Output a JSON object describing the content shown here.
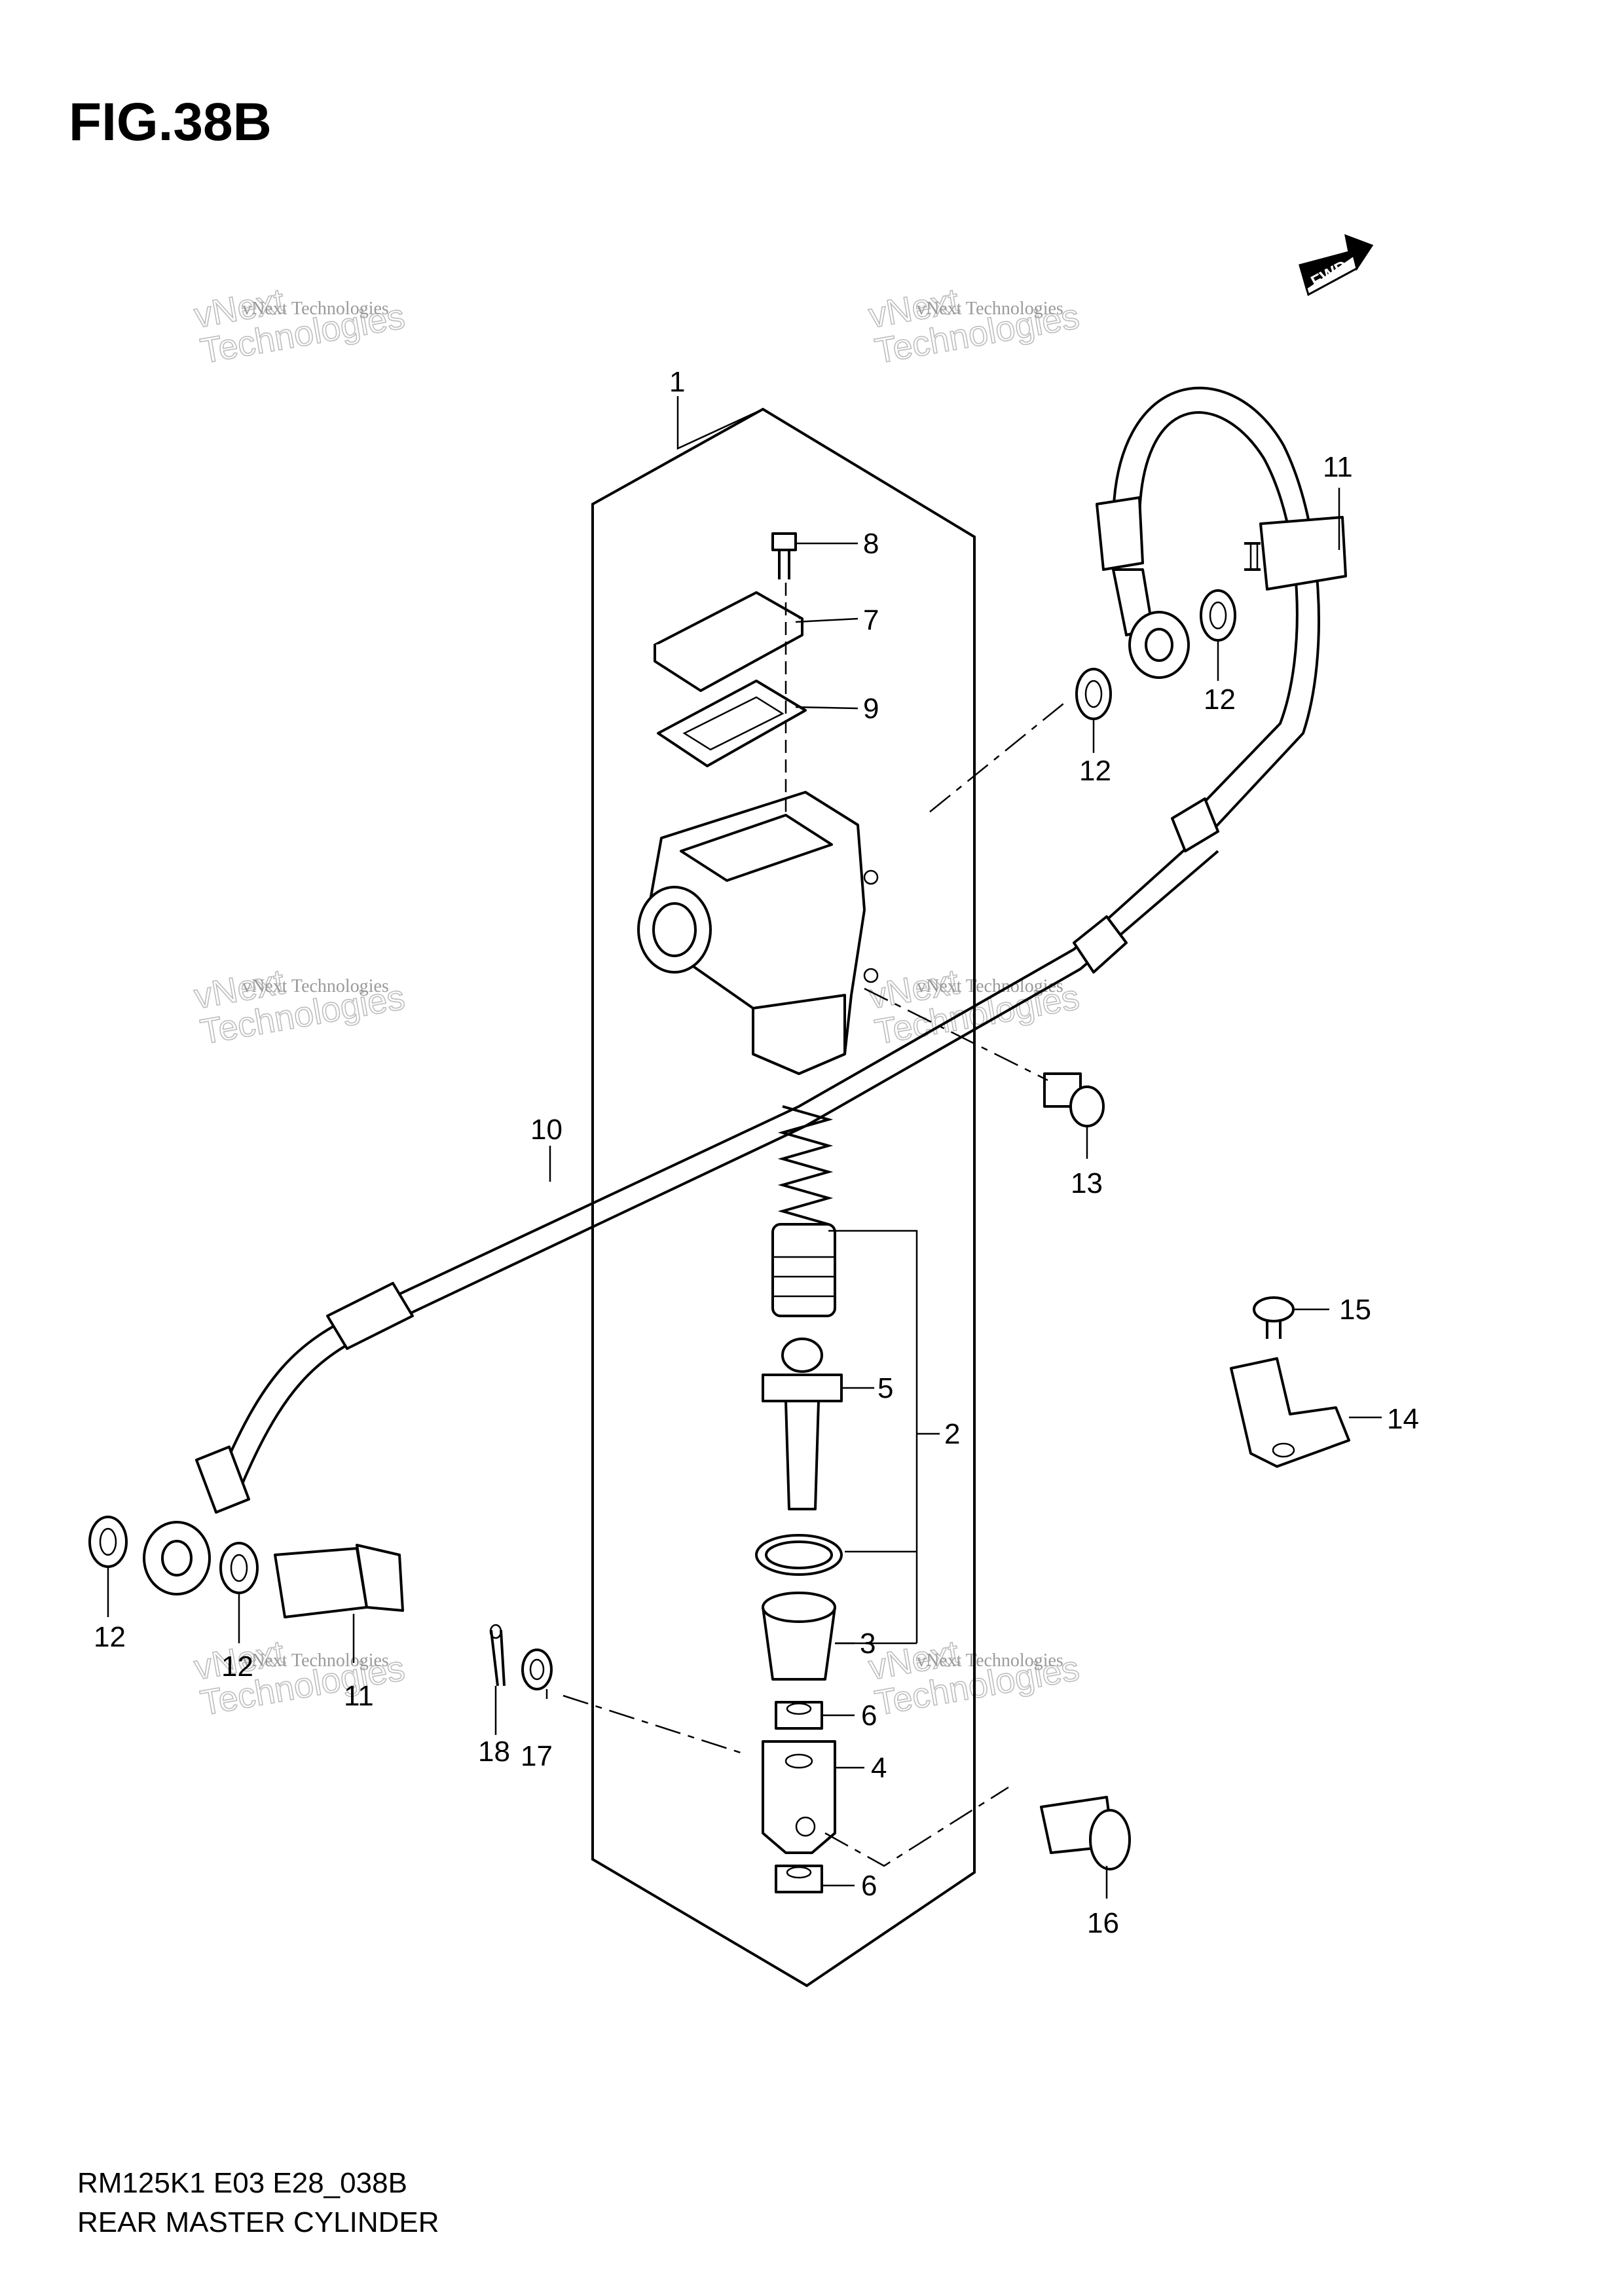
{
  "figure": {
    "title": "FIG.38B",
    "code": "RM125K1 E03 E28_038B",
    "caption": "REAR MASTER CYLINDER",
    "fwd_label": "FWD"
  },
  "watermark": {
    "company": "vNext Technologies",
    "line1": "vNext",
    "line2": "Technologies"
  },
  "callouts": {
    "c1": "1",
    "c2": "2",
    "c3": "3",
    "c4": "4",
    "c5": "5",
    "c6a": "6",
    "c6b": "6",
    "c7": "7",
    "c8": "8",
    "c9": "9",
    "c10": "10",
    "c11a": "11",
    "c11b": "11",
    "c12a": "12",
    "c12b": "12",
    "c12c": "12",
    "c12d": "12",
    "c13": "13",
    "c14": "14",
    "c15": "15",
    "c16": "16",
    "c17": "17",
    "c18": "18"
  }
}
